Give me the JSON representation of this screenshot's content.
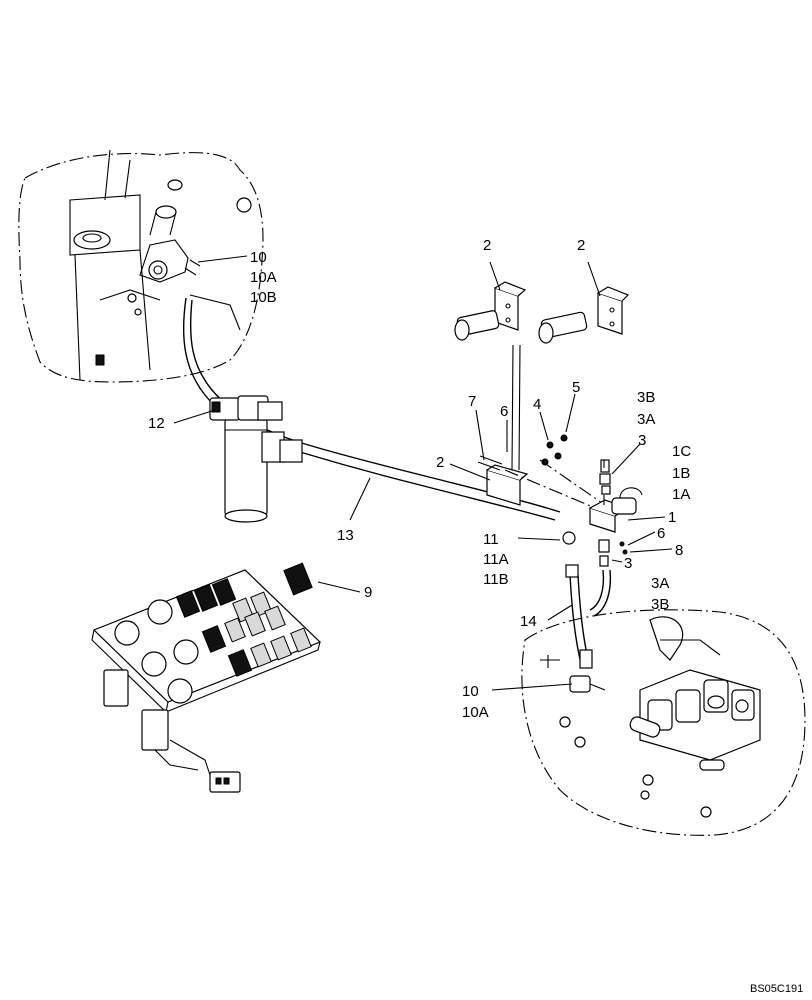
{
  "callouts": {
    "c10_top": "10",
    "c10a_top": "10A",
    "c10b_top": "10B",
    "c2_left": "2",
    "c2_right": "2",
    "c2_mid": "2",
    "c12": "12",
    "c7": "7",
    "c6_top": "6",
    "c4": "4",
    "c5": "5",
    "c3b_top": "3B",
    "c3a_top": "3A",
    "c3_top": "3",
    "c1c": "1C",
    "c1b": "1B",
    "c1a": "1A",
    "c1": "1",
    "c13": "13",
    "c11": "11",
    "c11a": "11A",
    "c11b": "11B",
    "c6_low": "6",
    "c8": "8",
    "c3_low": "3",
    "c3a_low": "3A",
    "c3b_low": "3B",
    "c9": "9",
    "c14": "14",
    "c10_low": "10",
    "c10a_low": "10A"
  },
  "reference": "BS05C191"
}
